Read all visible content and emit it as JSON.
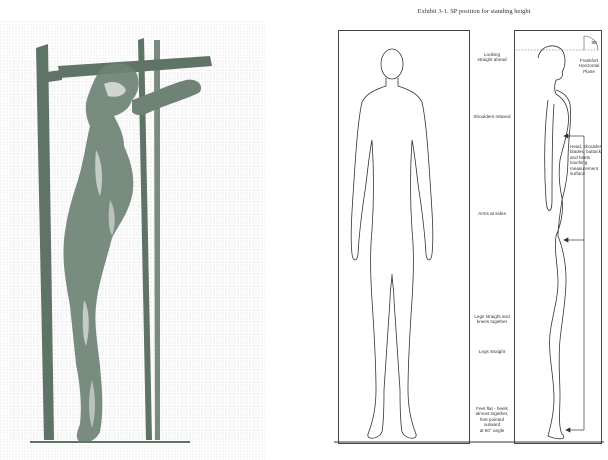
{
  "exhibit": {
    "title": "Exhibit 3-1. SP position for standing height",
    "angle": "90",
    "reference_plane": [
      "Frankfort Horizontal",
      "Plane"
    ],
    "annotations": {
      "looking": [
        "Looking",
        "straight ahead"
      ],
      "shoulders": [
        "Shoulders relaxed"
      ],
      "arms": [
        "Arms at sides"
      ],
      "legs_knees": [
        "Legs straight and",
        "knees together"
      ],
      "legs_straight": [
        "Legs straight"
      ],
      "feet": [
        "Feet flat - heels",
        "almost together,",
        "feet pointed outward",
        "at 60° angle"
      ],
      "contact": [
        "Head, shoulder",
        "blades, buttock,",
        "and heels",
        "touching",
        "measurement",
        "surface"
      ]
    }
  }
}
